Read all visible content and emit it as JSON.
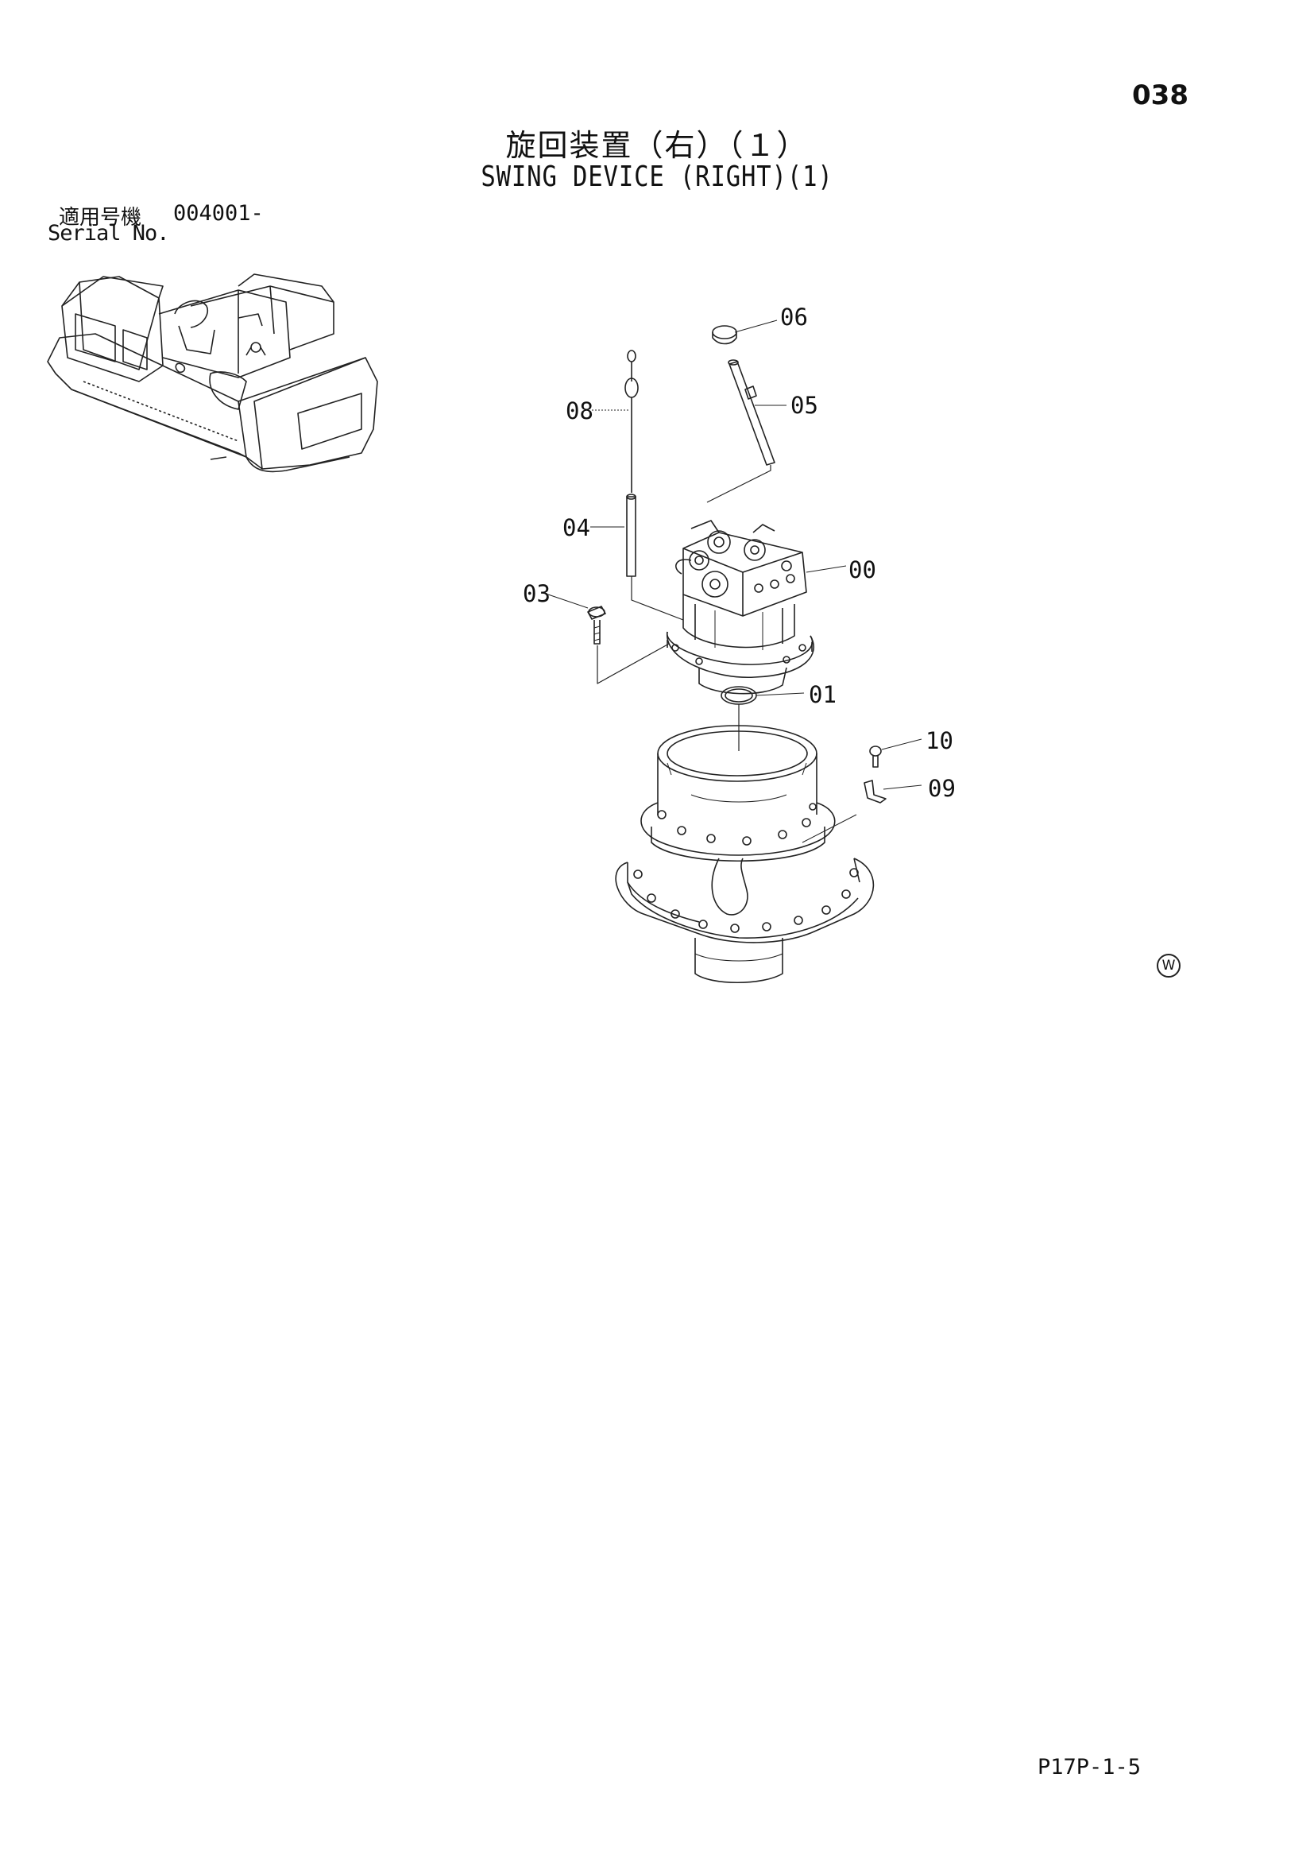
{
  "page_number": "038",
  "title_ja": "旋回装置（右）（１）",
  "title_en": "SWING DEVICE (RIGHT)(1)",
  "serial": {
    "label_ja": "適用号機",
    "value": "004001-",
    "label_en": "Serial No."
  },
  "callouts": [
    "06",
    "05",
    "08",
    "04",
    "00",
    "03",
    "01",
    "10",
    "09"
  ],
  "w_mark": "W",
  "doc_code": "P17P-1-5"
}
